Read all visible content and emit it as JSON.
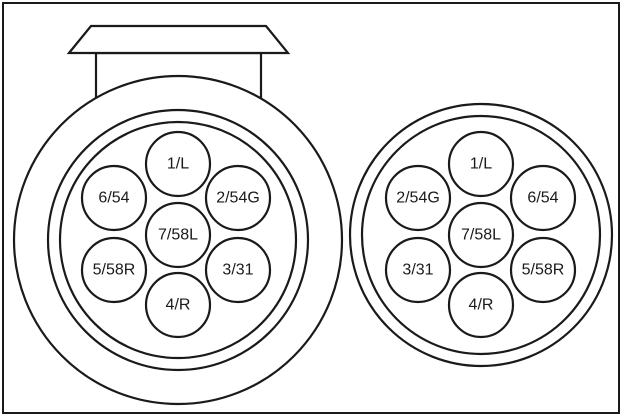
{
  "socket": {
    "pins": [
      {
        "id": "pin-1",
        "label": "1/L"
      },
      {
        "id": "pin-6",
        "label": "6/54"
      },
      {
        "id": "pin-2",
        "label": "2/54G"
      },
      {
        "id": "pin-7",
        "label": "7/58L"
      },
      {
        "id": "pin-5",
        "label": "5/58R"
      },
      {
        "id": "pin-3",
        "label": "3/31"
      },
      {
        "id": "pin-4",
        "label": "4/R"
      }
    ]
  },
  "plug": {
    "pins": [
      {
        "id": "pin-1",
        "label": "1/L"
      },
      {
        "id": "pin-2",
        "label": "2/54G"
      },
      {
        "id": "pin-6",
        "label": "6/54"
      },
      {
        "id": "pin-7",
        "label": "7/58L"
      },
      {
        "id": "pin-3",
        "label": "3/31"
      },
      {
        "id": "pin-5",
        "label": "5/58R"
      },
      {
        "id": "pin-4",
        "label": "4/R"
      }
    ]
  }
}
